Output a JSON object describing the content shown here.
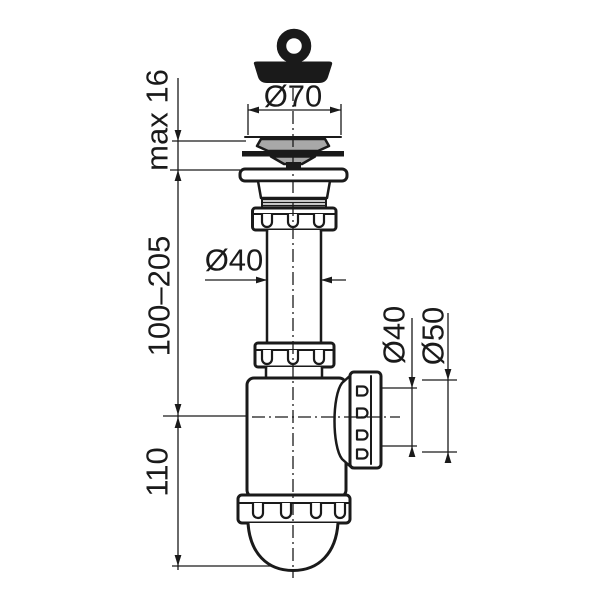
{
  "drawing": {
    "type": "technical-dimension-drawing",
    "subject": "sink bottle trap with strainer and plug",
    "colors": {
      "line": "#1a1a1a",
      "strainer_fill": "#a8a8a8",
      "background": "#ffffff"
    },
    "dimensions": {
      "plug_diameter": "Ø70",
      "max_deck_thickness": "max 16",
      "adjustable_height": "100–205",
      "pipe_diameter": "Ø40",
      "outlet_inner_diameter": "Ø40",
      "outlet_outer_diameter": "Ø50",
      "trap_depth": "110"
    }
  }
}
